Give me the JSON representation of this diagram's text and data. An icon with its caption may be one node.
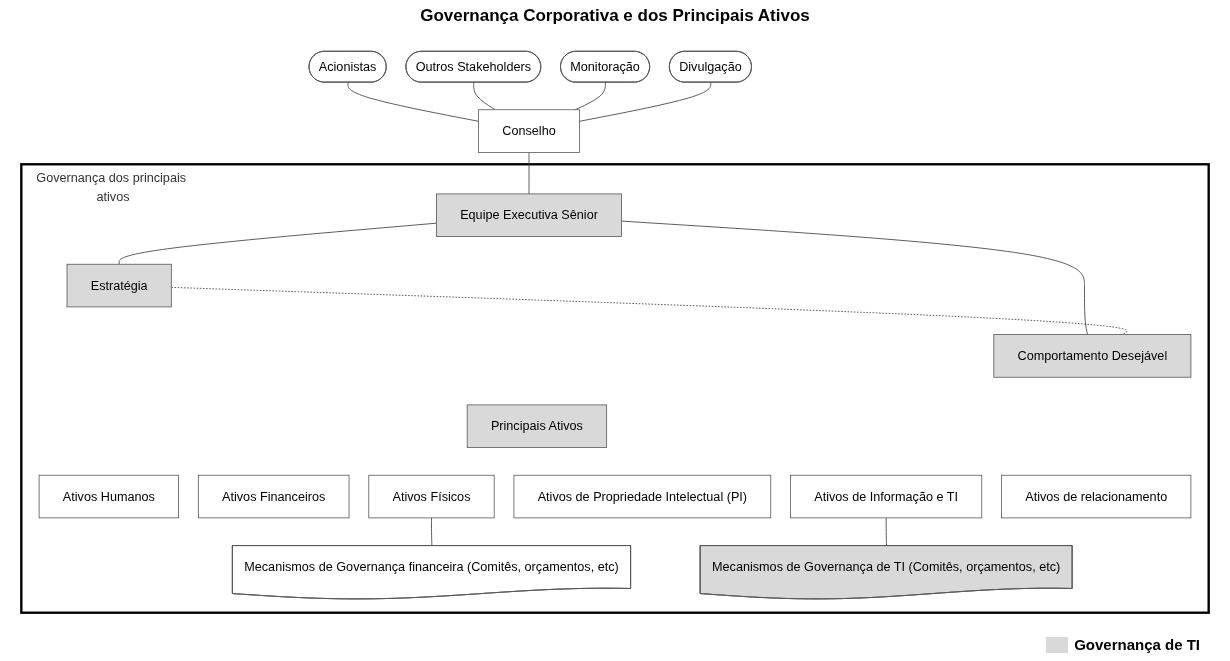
{
  "diagram": {
    "title": "Governança Corporativa e dos Principais Ativos",
    "nodes": [
      {
        "text": [
          "Acionistas"
        ]
      },
      {
        "text": [
          "Outros Stakeholders"
        ]
      },
      {
        "text": [
          "Conselho"
        ]
      },
      {
        "text": [
          "Monitoração"
        ]
      },
      {
        "text": [
          "Divulgação"
        ]
      },
      {
        "text": [
          "Governança dos principais ativos"
        ]
      },
      {
        "text": [
          "Equipe Executiva Sênior"
        ],
        "in": 5
      },
      {
        "text": [
          "Estratégia"
        ],
        "in": 5
      },
      {
        "text": [
          "Comportamento Desejável"
        ],
        "in": 5
      },
      {
        "text": [
          "Principais Ativos"
        ],
        "in": 5
      },
      {
        "text": [
          "Ativos Humanos"
        ],
        "in": 5
      },
      {
        "text": [
          "Ativos Financeiros"
        ],
        "in": 5
      },
      {
        "text": [
          "Ativos Físicos"
        ],
        "in": 5
      },
      {
        "text": [
          "Ativos de Propriedade Intelectual (PI)"
        ],
        "in": 5
      },
      {
        "text": [
          "Ativos de Informação e TI"
        ],
        "in": 5
      },
      {
        "text": [
          "Ativos de relacionamento"
        ],
        "in": 5
      },
      {
        "text": [
          "Mecanismos de Governança financeira (Comitês, orçamentos, etc)"
        ],
        "in": 5
      },
      {
        "text": [
          "Mecanismos de Governança de TI (Comitês, orçamentos, etc)"
        ],
        "in": 5
      }
    ],
    "edges": [
      {
        "from": 0,
        "to": 2,
        "arrow": "none"
      },
      {
        "from": 1,
        "to": 2,
        "arrow": "none"
      },
      {
        "from": 3,
        "to": 2,
        "arrow": "none"
      },
      {
        "from": 4,
        "to": 2,
        "arrow": "none"
      },
      {
        "from": 2,
        "to": 6,
        "arrow": "none"
      },
      {
        "from": 6,
        "to": 7,
        "arrow": "none"
      },
      {
        "from": 6,
        "to": 8,
        "arrow": "none"
      },
      {
        "from": 7,
        "to": 8,
        "arrow": "none",
        "style": "dashed"
      },
      {
        "from": 12,
        "to": 16,
        "arrow": "none"
      },
      {
        "from": 14,
        "to": 17,
        "arrow": "none"
      }
    ],
    "legend": [
      {
        "text": "Governança de TI",
        "color": "#d9d9d9"
      }
    ]
  }
}
